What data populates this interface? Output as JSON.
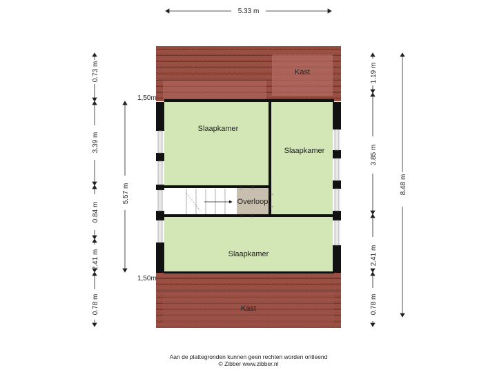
{
  "dimensions": {
    "width_total": "5.33 m",
    "left_chain": [
      "0.73 m",
      "3.39 m",
      "0.84 m",
      "2.41 m",
      "0.78 m"
    ],
    "inner_left": "5.57 m",
    "right_chain": [
      "1.19 m",
      "3.85 m",
      "2.41 m",
      "0.78 m"
    ],
    "height_total": "8.48 m",
    "height_marks": [
      "1,50m",
      "1,50m"
    ]
  },
  "rooms": {
    "kast_top": "Kast",
    "slaapkamer_left": "Slaapkamer",
    "slaapkamer_right": "Slaapkamer",
    "overloop": "Overloop",
    "slaapkamer_bottom": "Slaapkamer",
    "kast_bottom": "Kast"
  },
  "footer": {
    "line1": "Aan de plattegronden kunnen geen rechten worden ontleend",
    "line2": "© Zibber www.zibber.nl"
  },
  "colors": {
    "roof_tiles": "#9a4f43",
    "bedroom": "#d3e7b6",
    "landing": "#c9bfae",
    "walls": "#111111"
  }
}
